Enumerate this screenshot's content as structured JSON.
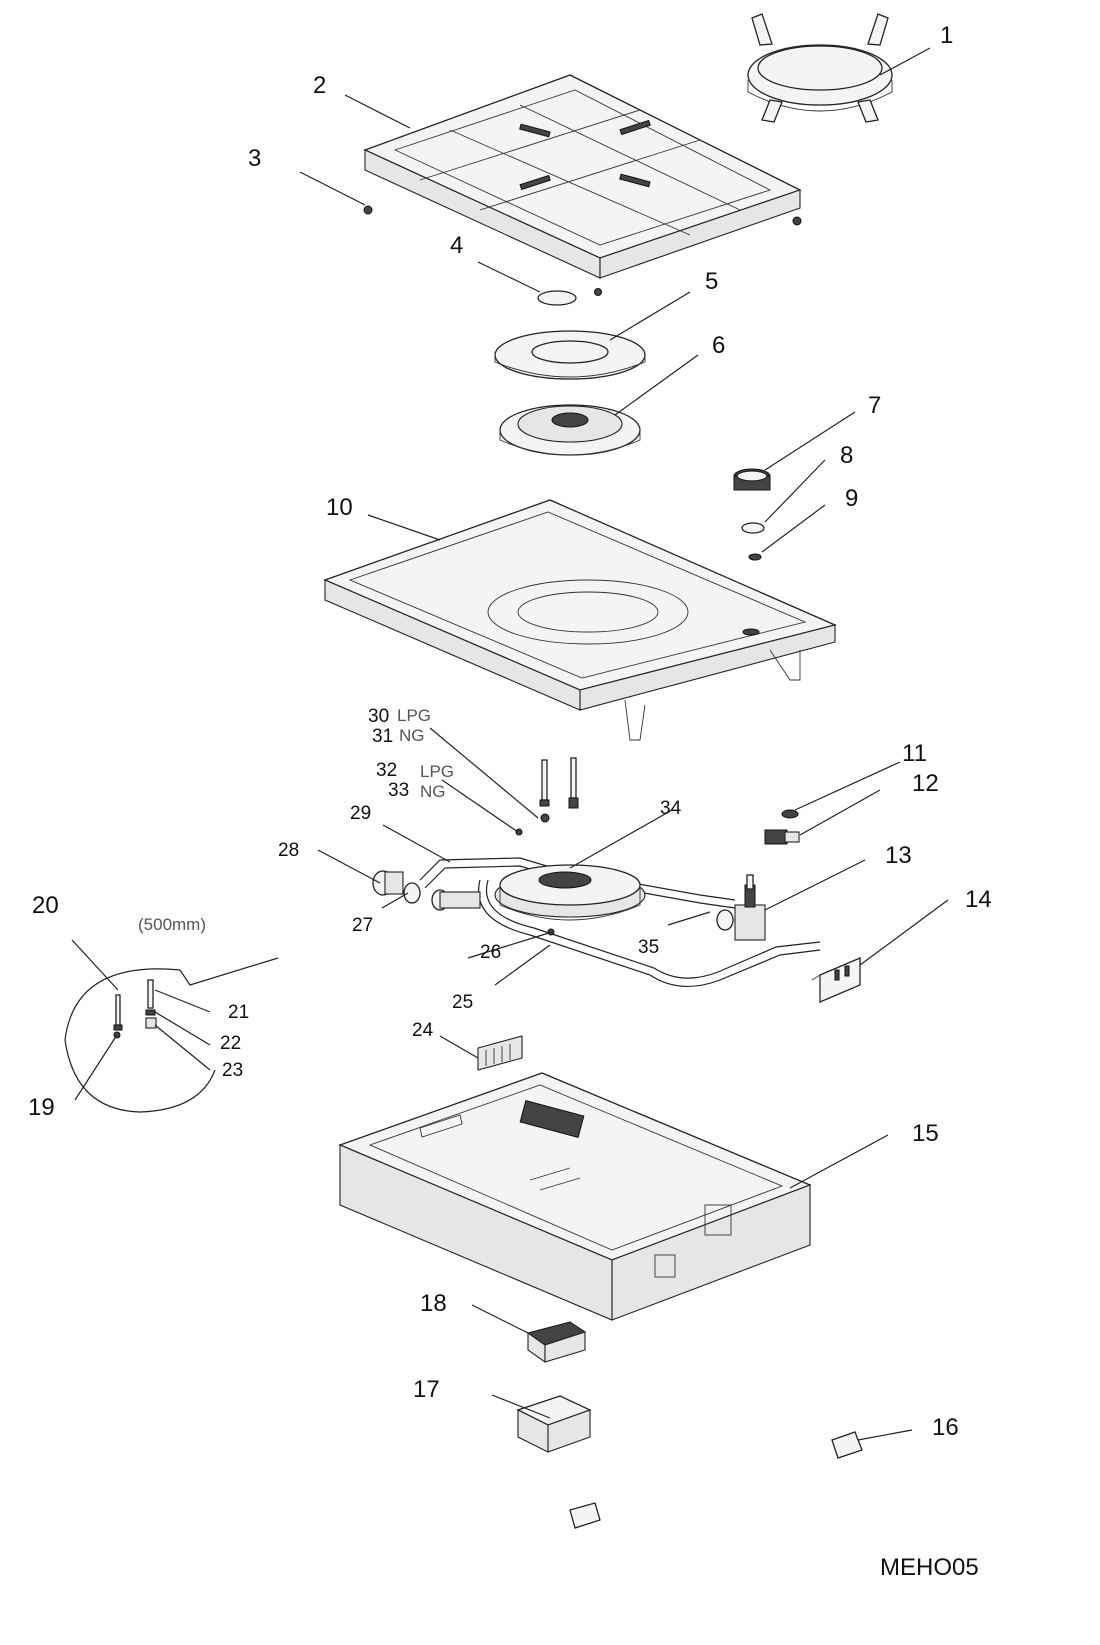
{
  "diagram": {
    "code": "MEHO05",
    "detail_length": "(500mm)",
    "gas_lpg": "LPG",
    "gas_ng": "NG",
    "labels": {
      "p1": "1",
      "p2": "2",
      "p3": "3",
      "p4": "4",
      "p5": "5",
      "p6": "6",
      "p7": "7",
      "p8": "8",
      "p9": "9",
      "p10": "10",
      "p11": "11",
      "p12": "12",
      "p13": "13",
      "p14": "14",
      "p15": "15",
      "p16": "16",
      "p17": "17",
      "p18": "18",
      "p19": "19",
      "p20": "20",
      "p21": "21",
      "p22": "22",
      "p23": "23",
      "p24": "24",
      "p25": "25",
      "p26": "26",
      "p27": "27",
      "p28": "28",
      "p29": "29",
      "p30": "30",
      "p31": "31",
      "p32": "32",
      "p33": "33",
      "p34": "34",
      "p35": "35"
    }
  }
}
